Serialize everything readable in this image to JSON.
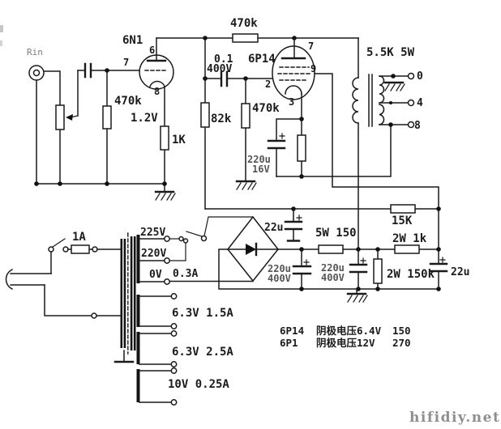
{
  "input_stage": {
    "jack_label": "Rin",
    "tube_name": "6N1",
    "pin_plate": "6",
    "pin_grid": "7",
    "pin_cathode": "8",
    "grid_resistor": "470k",
    "cathode_voltage": "1.2V",
    "cathode_resistor": "1K"
  },
  "interstage": {
    "plate_feedback_resistor": "470k",
    "coupling_cap": "0.1",
    "coupling_cap_voltage": "400V",
    "plate_load_resistor": "82k",
    "grid_leak_resistor": "470k"
  },
  "output_stage": {
    "tube_name": "6P14",
    "pin_plate": "7",
    "pin_grid": "2",
    "pin_screen": "9",
    "pin_cathode": "3",
    "cathode_cap": "220u",
    "cathode_cap_voltage": "16V"
  },
  "output_transformer": {
    "rating": "5.5K 5W",
    "tap_0": "0",
    "tap_4": "4",
    "tap_8": "8"
  },
  "power_supply": {
    "fuse": "1A",
    "mains_tap_225": "225V",
    "mains_tap_220": "220V",
    "mains_tap_0": "0V",
    "hv_current": "0.3A",
    "heater_winding_1": "6.3V  1.5A",
    "heater_winding_2": "6.3V  2.5A",
    "aux_winding": "10V  0.25A",
    "driver_supply_resistor": "15K",
    "driver_cap": "22u",
    "filter_cap_1": "220u",
    "filter_cap_1_voltage": "400V",
    "filter_resistor": "5W 150",
    "filter_cap_2": "220u",
    "filter_cap_2_voltage": "400V",
    "screen_resistor": "2W 1k",
    "bleeder_resistor": "2W 150k",
    "screen_cap": "22u"
  },
  "notes": {
    "row1": {
      "tube": "6P14",
      "desc": "阴极电压6.4V",
      "value": "150"
    },
    "row2": {
      "tube": "6P1",
      "desc": "阴极电压12V",
      "value": "270"
    }
  },
  "watermark": "hifidiy.net"
}
